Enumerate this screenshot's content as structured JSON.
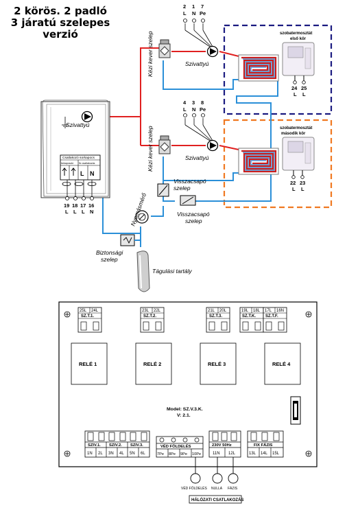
{
  "title": {
    "line1": "2 körös. 2 padló",
    "line2": "3 járatú szelepes",
    "line3": "verzió"
  },
  "colors": {
    "supply": "#e02020",
    "return": "#2a8fd8",
    "zone1_frame": "#1a1a80",
    "zone2_frame": "#f07820"
  },
  "zone1": {
    "terminals": [
      "2",
      "1",
      "7"
    ],
    "terminal_labels": [
      "L",
      "N",
      "Pe"
    ],
    "valve": "Kézi kever szelep",
    "pump": "Szivattyú",
    "thermostat_title1": "szobatermosztát",
    "thermostat_title2": "első kör",
    "thermostat_terms": [
      "24",
      "25"
    ],
    "thermostat_term_labels": [
      "L",
      "L"
    ]
  },
  "zone2": {
    "terminals": [
      "4",
      "3",
      "8"
    ],
    "terminal_labels": [
      "L",
      "N",
      "Pe"
    ],
    "valve": "Kézi kever szelep",
    "pump": "Szivattyú",
    "thermostat_title1": "szobatermosztát",
    "thermostat_title2": "második kör",
    "thermostat_terms": [
      "22",
      "23"
    ],
    "thermostat_term_labels": [
      "L",
      "L"
    ]
  },
  "boiler": {
    "pump": "Szivattyú",
    "panel_title": "Csatlakozó sorkapocs",
    "panel_sub1": "bekapcsoló",
    "panel_sub2": "fix csatlakozás",
    "terminals": [
      "19",
      "18",
      "17",
      "16"
    ],
    "terminal_labels": [
      "L",
      "L",
      "L",
      "N"
    ],
    "panel_symbols": [
      "L",
      "N"
    ]
  },
  "hydraulics": {
    "check_valve_1": "Visszacsapó szelep",
    "check_valve_2": "Visszacsapó szelep",
    "pressure_gauge": "Nyomásmérő",
    "safety_valve": "Biztonsági szelep",
    "expansion_tank": "Tágulási tartály"
  },
  "board": {
    "top_groups": [
      {
        "terms": [
          "25L",
          "24L"
        ],
        "name": "SZ.T.1."
      },
      {
        "terms": [
          "23L",
          "22L"
        ],
        "name": "SZ.T.2."
      },
      {
        "terms": [
          "21L",
          "20L"
        ],
        "name": "SZ.T.3."
      },
      {
        "terms": [
          "19L",
          "18L"
        ],
        "name": "SZ.T.K."
      },
      {
        "terms": [
          "17L",
          "16N"
        ],
        "name": "SZ.T.F."
      }
    ],
    "relays": [
      "RELÉ 1",
      "RELÉ 2",
      "RELÉ 3",
      "RELÉ 4"
    ],
    "model": "Model: SZ.V.3.K.",
    "version": "V: 2.1.",
    "bottom_groups": [
      {
        "name": "SZIV.1.",
        "terms": [
          "1N",
          "2L"
        ]
      },
      {
        "name": "SZIV.2.",
        "terms": [
          "3N",
          "4L"
        ]
      },
      {
        "name": "SZIV.3.",
        "terms": [
          "5N",
          "6L"
        ]
      },
      {
        "name": "VÉD FÖLDELÉS",
        "terms": [
          "7Pe",
          "8Pe",
          "9Pe",
          "10Pe"
        ]
      },
      {
        "name": "230V 50Hz",
        "terms": [
          "11N",
          "12L"
        ]
      },
      {
        "name": "FIX FÁZIS",
        "terms": [
          "13L",
          "14L",
          "15L"
        ]
      }
    ],
    "mains_labels": [
      "VÉD FÖLDELÉS",
      "NULLA",
      "FÁZIS"
    ],
    "mains_title": "HÁLÓZATI CSATLAKOZÁS"
  }
}
